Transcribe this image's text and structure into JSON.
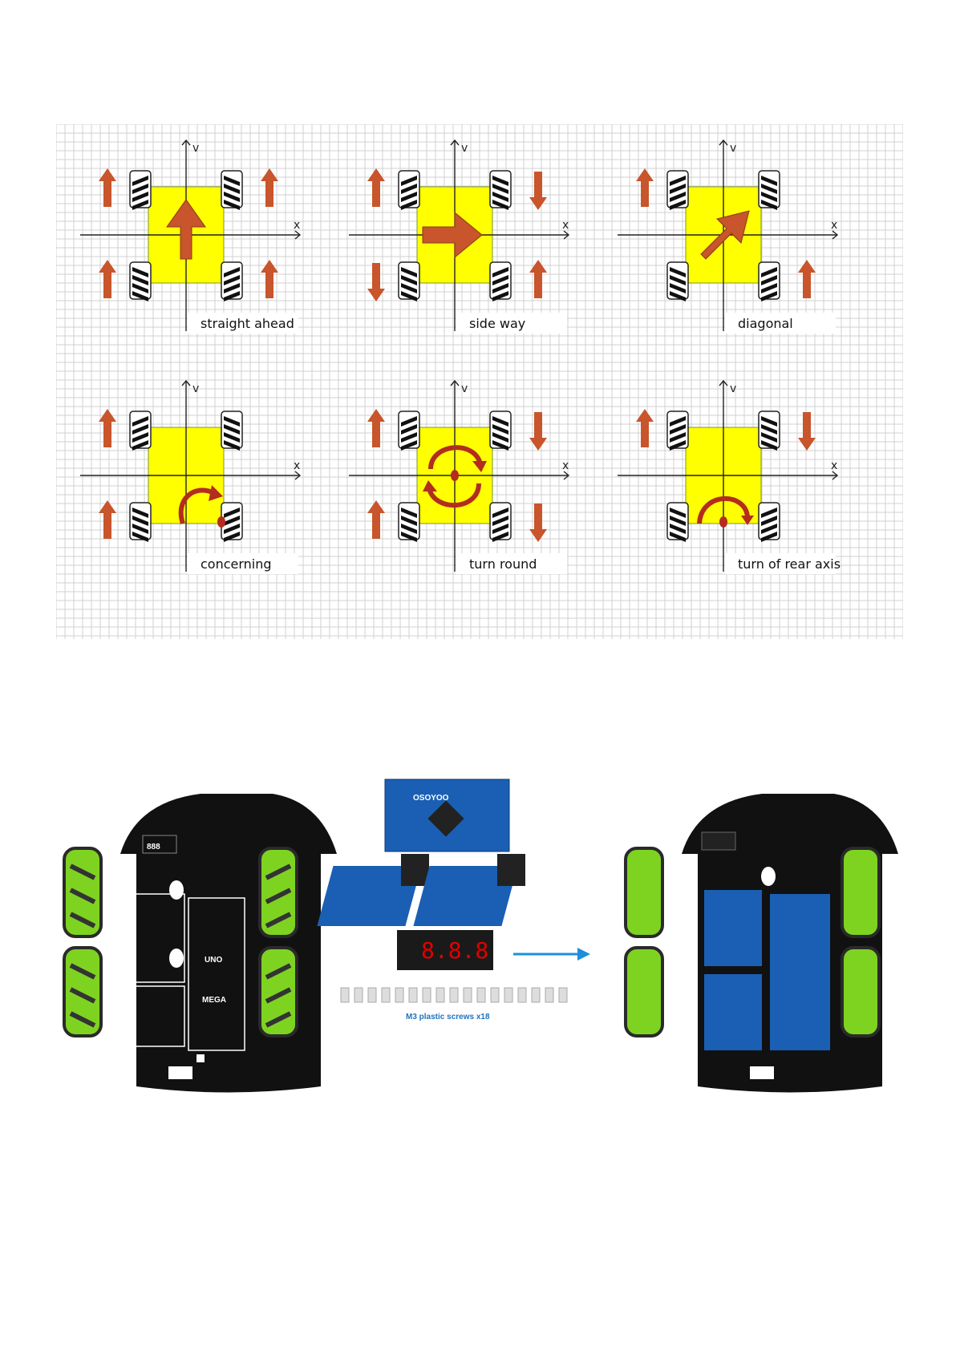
{
  "diagrams": [
    {
      "caption": "straight ahead",
      "wheels": [
        "up",
        "up",
        "up",
        "up"
      ],
      "center": "arrow-up"
    },
    {
      "caption": "side way",
      "wheels": [
        "up",
        "down",
        "down",
        "up"
      ],
      "center": "arrow-right"
    },
    {
      "caption": "diagonal",
      "wheels": [
        "up",
        "none",
        "none",
        "up"
      ],
      "center": "arrow-diag"
    },
    {
      "caption": "concerning",
      "wheels": [
        "up",
        "none",
        "up",
        "none"
      ],
      "center": "rot-rear-right"
    },
    {
      "caption": "turn round",
      "wheels": [
        "up",
        "down",
        "up",
        "down"
      ],
      "center": "rot-full"
    },
    {
      "caption": "turn of rear axis",
      "wheels": [
        "up",
        "down",
        "none",
        "none"
      ],
      "center": "rot-rear"
    }
  ],
  "axis_labels": {
    "x": "x",
    "y": "v"
  },
  "hardware": {
    "board_labels": {
      "uno": "UNO",
      "mega": "MEGA",
      "display": "888"
    },
    "screws_caption": "M3 plastic screws x18",
    "mega_brand": "OSOYOO"
  },
  "colors": {
    "chassis_fill": "#ffff00",
    "arrow": "#c8552b",
    "rotation_arrow": "#b32d1e",
    "wheel_green": "#7ed321",
    "board_blue": "#1a5fb4",
    "connector_arrow": "#1e8fd8"
  }
}
